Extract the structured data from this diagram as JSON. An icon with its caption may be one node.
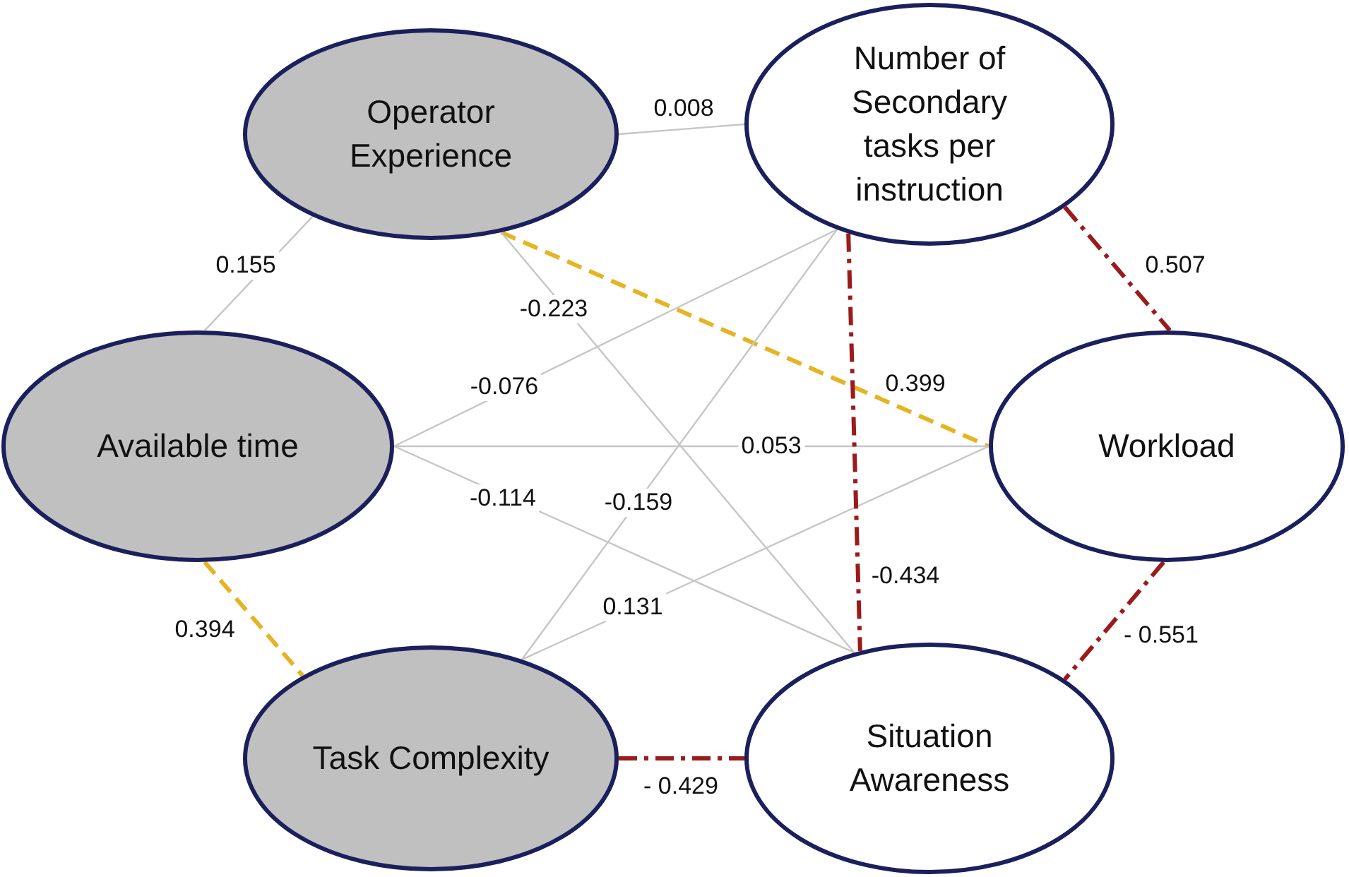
{
  "diagram": {
    "nodes": [
      {
        "text": [
          "Operator Experience"
        ]
      },
      {
        "text": [
          "Number of Secondary tasks per instruction"
        ]
      },
      {
        "text": [
          "Available time"
        ]
      },
      {
        "text": [
          "Workload"
        ]
      },
      {
        "text": [
          "Task Complexity"
        ]
      },
      {
        "text": [
          "Situation Awareness"
        ]
      }
    ],
    "edges": [
      {
        "from": 0,
        "to": 1,
        "arrow": "none",
        "label": "0.008"
      },
      {
        "from": 0,
        "to": 2,
        "arrow": "none",
        "label": "0.155"
      },
      {
        "from": 0,
        "to": 3,
        "arrow": "none",
        "label": "0.399",
        "style": "dashed",
        "color": "#e6b422"
      },
      {
        "from": 0,
        "to": 5,
        "arrow": "none",
        "label": "-0.223"
      },
      {
        "from": 2,
        "to": 1,
        "arrow": "none",
        "label": "-0.076"
      },
      {
        "from": 2,
        "to": 3,
        "arrow": "none",
        "label": "0.053"
      },
      {
        "from": 2,
        "to": 5,
        "arrow": "none",
        "label": "-0.114"
      },
      {
        "from": 4,
        "to": 1,
        "arrow": "none",
        "label": "-0.159"
      },
      {
        "from": 4,
        "to": 3,
        "arrow": "none",
        "label": "0.131"
      },
      {
        "from": 2,
        "to": 4,
        "arrow": "none",
        "label": "0.394",
        "style": "dashed",
        "color": "#e6b422"
      },
      {
        "from": 1,
        "to": 3,
        "arrow": "none",
        "label": "0.507",
        "style": "dashed",
        "color": "#9b1b1b"
      },
      {
        "from": 1,
        "to": 5,
        "arrow": "none",
        "label": "-0.434",
        "style": "dashed",
        "color": "#9b1b1b"
      },
      {
        "from": 3,
        "to": 5,
        "arrow": "none",
        "label": "- 0.551",
        "style": "dashed",
        "color": "#9b1b1b"
      },
      {
        "from": 4,
        "to": 5,
        "arrow": "none",
        "label": "- 0.429",
        "style": "dashed",
        "color": "#9b1b1b"
      }
    ]
  }
}
